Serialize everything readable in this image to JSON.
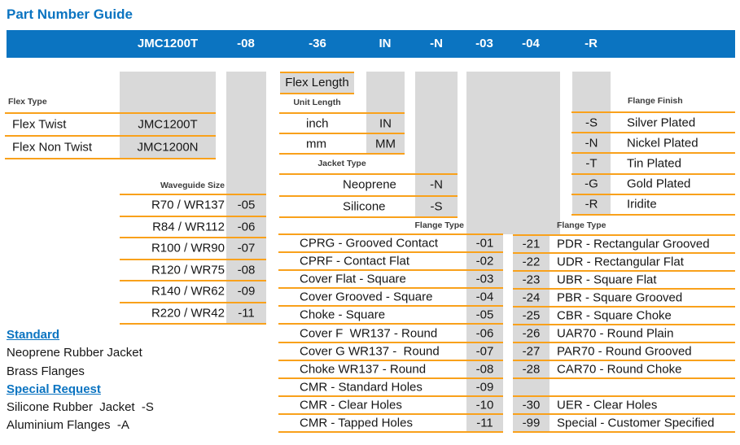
{
  "title": "Part Number Guide",
  "part_number_bar": {
    "segments": [
      "JMC1200T",
      "-08",
      "-36",
      "IN",
      "-N",
      "-03",
      "-04",
      "-R"
    ]
  },
  "tables": {
    "flex_type": {
      "label": "Flex Type",
      "rows": [
        {
          "name": "Flex Twist",
          "code": "JMC1200T"
        },
        {
          "name": "Flex Non Twist",
          "code": "JMC1200N"
        }
      ]
    },
    "waveguide_size": {
      "label": "Waveguide Size",
      "rows": [
        {
          "name": "R70 / WR137",
          "code": "-05"
        },
        {
          "name": "R84 / WR112",
          "code": "-06"
        },
        {
          "name": "R100 / WR90",
          "code": "-07"
        },
        {
          "name": "R120 / WR75",
          "code": "-08"
        },
        {
          "name": "R140 / WR62",
          "code": "-09"
        },
        {
          "name": "R220 / WR42",
          "code": "-11"
        }
      ]
    },
    "flex_length": {
      "label": "Flex Length"
    },
    "unit_length": {
      "label": "Unit Length",
      "rows": [
        {
          "name": "inch",
          "code": "IN"
        },
        {
          "name": "mm",
          "code": "MM"
        }
      ]
    },
    "jacket_type": {
      "label": "Jacket Type",
      "rows": [
        {
          "name": "Neoprene",
          "code": "-N"
        },
        {
          "name": "Silicone",
          "code": "-S"
        }
      ]
    },
    "flange_type_mid": {
      "label": "Flange Type",
      "rows": [
        {
          "name": "CPRG - Grooved Contact",
          "code": "-01"
        },
        {
          "name": "CPRF - Contact Flat",
          "code": "-02"
        },
        {
          "name": "Cover Flat - Square",
          "code": "-03"
        },
        {
          "name": "Cover Grooved - Square",
          "code": "-04"
        },
        {
          "name": "Choke - Square",
          "code": "-05"
        },
        {
          "name": "Cover F  WR137 - Round",
          "code": "-06"
        },
        {
          "name": "Cover G WR137 -  Round",
          "code": "-07"
        },
        {
          "name": "Choke WR137 - Round",
          "code": "-08"
        },
        {
          "name": "CMR - Standard Holes",
          "code": "-09"
        },
        {
          "name": "CMR - Clear Holes",
          "code": "-10"
        },
        {
          "name": "CMR - Tapped Holes",
          "code": "-11"
        }
      ]
    },
    "flange_type_right": {
      "label": "Flange Type",
      "rows": [
        {
          "code": "-21",
          "name": "PDR - Rectangular Grooved"
        },
        {
          "code": "-22",
          "name": "UDR - Rectangular Flat"
        },
        {
          "code": "-23",
          "name": "UBR - Square Flat"
        },
        {
          "code": "-24",
          "name": "PBR - Square Grooved"
        },
        {
          "code": "-25",
          "name": "CBR - Square Choke"
        },
        {
          "code": "-26",
          "name": "UAR70 - Round Plain"
        },
        {
          "code": "-27",
          "name": "PAR70 - Round Grooved"
        },
        {
          "code": "-28",
          "name": "CAR70 - Round Choke"
        },
        {
          "code": "",
          "name": ""
        },
        {
          "code": "-30",
          "name": "UER - Clear Holes"
        },
        {
          "code": "-99",
          "name": "Special - Customer Specified"
        }
      ]
    },
    "flange_finish": {
      "label": "Flange Finish",
      "rows": [
        {
          "code": "-S",
          "name": "Silver Plated"
        },
        {
          "code": "-N",
          "name": "Nickel Plated"
        },
        {
          "code": "-T",
          "name": "Tin Plated"
        },
        {
          "code": "-G",
          "name": "Gold Plated"
        },
        {
          "code": "-R",
          "name": "Iridite"
        }
      ]
    }
  },
  "notes": {
    "standard_heading": "Standard",
    "standard_items": [
      "Neoprene Rubber Jacket",
      "Brass Flanges"
    ],
    "special_heading": "Special Request",
    "special_items": [
      "Silicone Rubber  Jacket  -S",
      "Aluminium Flanges  -A"
    ]
  },
  "colors": {
    "accent_blue": "#0b74c1",
    "accent_orange": "#f9a11b",
    "cell_gray": "#d9d9d9"
  }
}
